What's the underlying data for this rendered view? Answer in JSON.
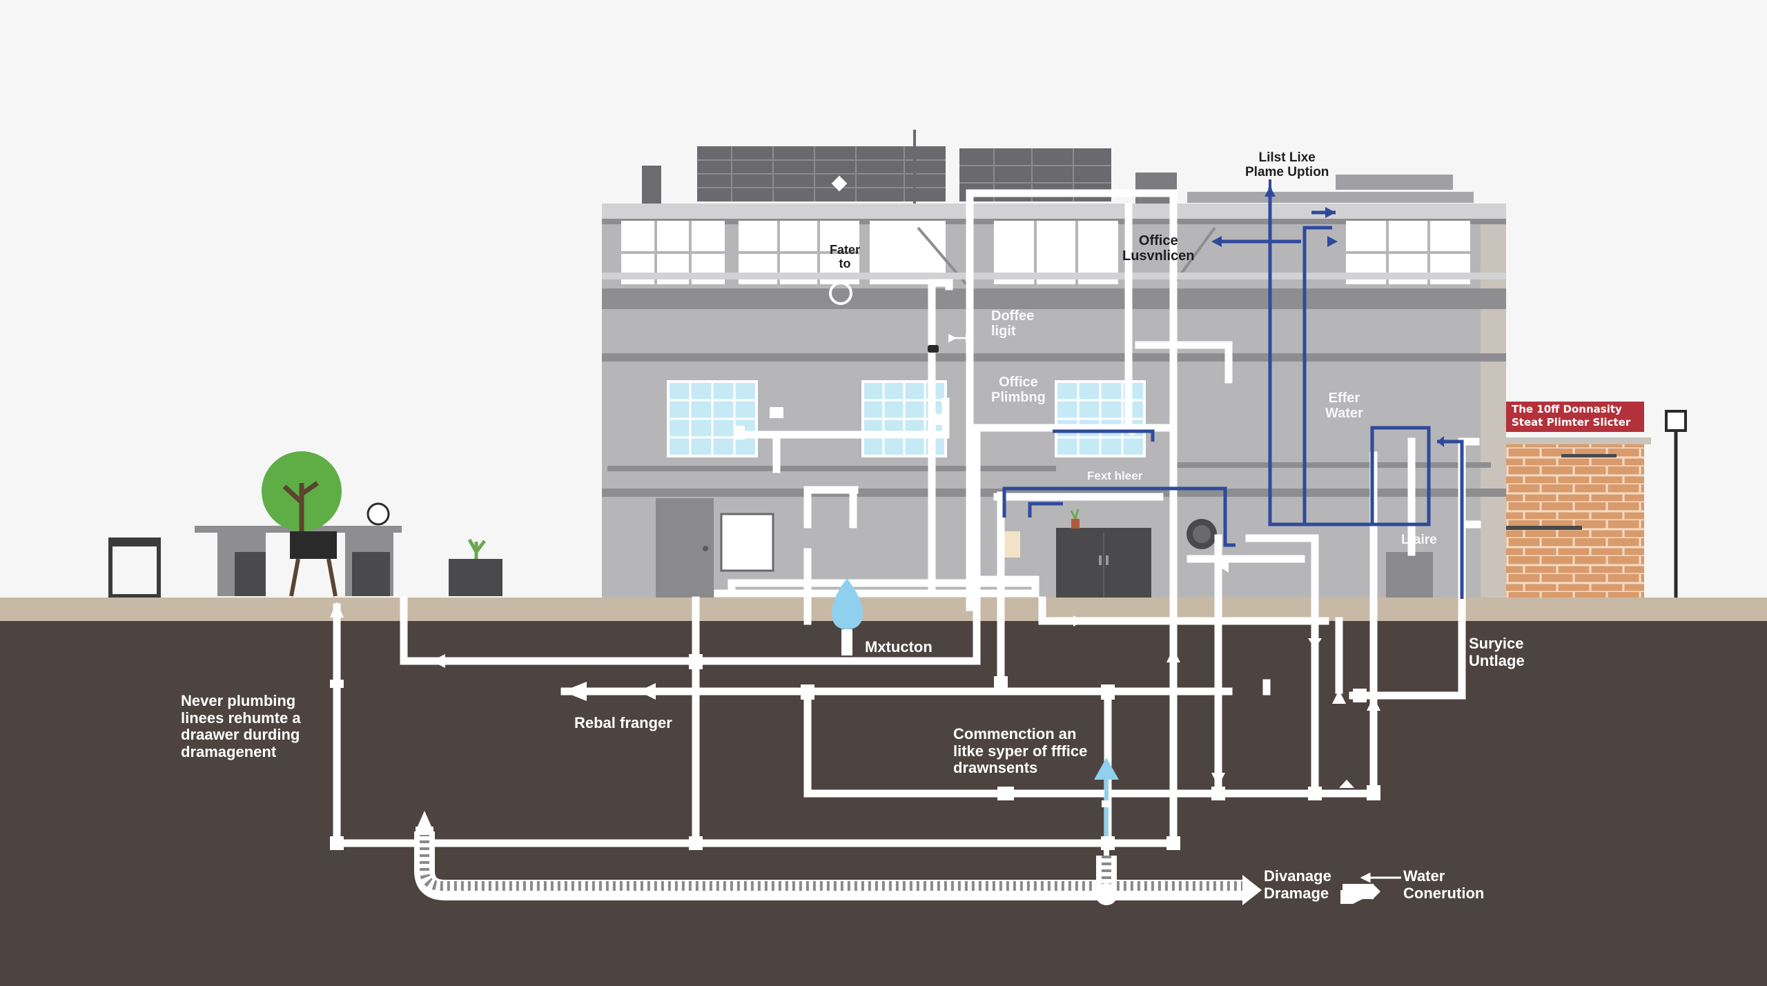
{
  "colors": {
    "sky": "#f5f5f5",
    "building": "#b6b6b8",
    "building_dark": "#8e8e91",
    "pipe": "#ffffff",
    "supply_pipe": "#2f4a9c",
    "ground_strip": "#c8b9a6",
    "soil": "#4d4340",
    "brick": "#d99b6c",
    "sign": "#b3313a",
    "water_drop": "#8fd0ee"
  },
  "labels": {
    "roof_line": "Lilst Lixe\nPlame Uption",
    "office_top": "Office\nLusvnlicen",
    "fater": "Fater\nto",
    "doffee": "Doffee\nligit",
    "office_plumbing": "Office\nPlimbng",
    "effer_water": "Effer\nWater",
    "fext_hleer": "Fext hleer",
    "lfaire": "Lfaire",
    "mxtucton": "Mxtucton",
    "never_plumbing": "Never plumbing\nlinees rehumte a\ndraawer durding\ndramagenent",
    "rebal_franger": "Rebal franger",
    "commenction": "Commenction an\nlitke syper of fffice\ndrawnsents",
    "suryice": "Suryice\nUntlage",
    "divanage": "Divanage\nDramage",
    "water_connection": "Water\nConerution",
    "shop_sign": "The 10ff Donnasity\nSteat   Plimter Slicter"
  }
}
